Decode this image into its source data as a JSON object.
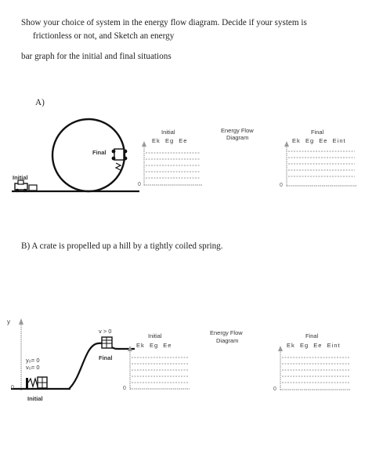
{
  "instructions": {
    "line1": "Show your choice of system in the energy flow diagram. Decide if your system is",
    "line2": "frictionless or not, and Sketch an energy",
    "line3": "bar graph for the initial and final situations"
  },
  "problem_a": {
    "label": "A)",
    "final_label": "Final",
    "initial_label": "Initial",
    "initial_graph": {
      "title": "Initial",
      "bars": [
        "Ek",
        "Eg",
        "Ee"
      ],
      "zero": "0"
    },
    "flow": {
      "title_line1": "Energy Flow",
      "title_line2": "Diagram"
    },
    "final_graph": {
      "title": "Final",
      "bars": [
        "Ek",
        "Eg",
        "Ee",
        "Eint"
      ],
      "zero": "0"
    }
  },
  "problem_b": {
    "text": "B) A crate is propelled up a hill by a tightly coiled spring.",
    "axis_y": "y",
    "axis_zero": "0",
    "v_label": "v > 0",
    "final_label": "Final",
    "initial_label": "Initial",
    "y0_label": "y₀= 0",
    "v0_label": "v₀= 0",
    "initial_graph": {
      "title": "Initial",
      "bars": [
        "Ek",
        "Eg",
        "Ee"
      ],
      "zero": "0"
    },
    "flow": {
      "title_line1": "Energy Flow",
      "title_line2": "Diagram"
    },
    "final_graph": {
      "title": "Final",
      "bars": [
        "Ek",
        "Eg",
        "Ee",
        "Eint"
      ],
      "zero": "0"
    }
  }
}
